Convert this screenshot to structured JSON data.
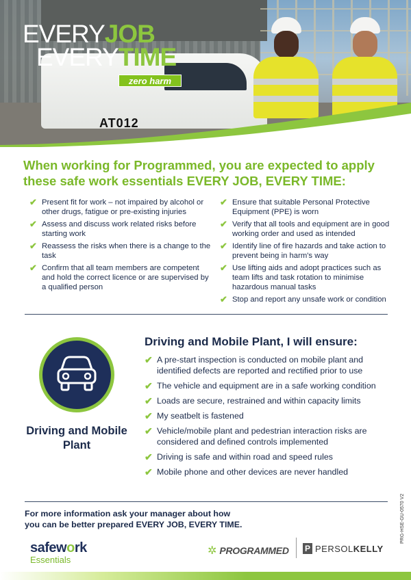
{
  "hero": {
    "slogan_every_1": "EVERY",
    "slogan_job": "JOB",
    "slogan_every_2": "EVERY",
    "slogan_time": "TIME",
    "zero_harm_logo": "zero harm",
    "truck_plate": "AT012"
  },
  "intro": "When working for Programmed, you are expected to apply these safe work essentials EVERY JOB, EVERY TIME:",
  "essentials_left": [
    "Present fit for work – not impaired by alcohol or other drugs, fatigue or pre-existing injuries",
    "Assess and discuss work related risks before starting work",
    "Reassess the risks when there is a change to the task",
    "Confirm that all team members are competent and hold the correct licence or are supervised by a qualified person"
  ],
  "essentials_right": [
    "Ensure that suitable Personal Protective Equipment (PPE) is worn",
    "Verify that all tools and equipment are in good working order and used as intended",
    "Identify line of fire hazards and take action to prevent being in harm's way",
    "Use lifting aids and adopt practices such as team lifts and task rotation to minimise hazardous manual tasks",
    "Stop and report any unsafe work or condition"
  ],
  "driving": {
    "badge_title": "Driving and Mobile Plant",
    "heading": "Driving and Mobile Plant, I will ensure:",
    "items": [
      "A pre-start inspection is conducted on mobile plant and identified defects are reported and rectified prior to use",
      "The vehicle and equipment are in a safe working condition",
      "Loads are secure, restrained and within capacity limits",
      "My seatbelt is fastened",
      "Vehicle/mobile plant and pedestrian interaction risks are considered and defined controls implemented",
      "Driving is safe and within road and speed rules",
      "Mobile phone and other devices are never handled"
    ]
  },
  "footer": {
    "more_info_line1": "For more information ask your manager about how",
    "more_info_line2": "you can be better prepared EVERY JOB, EVERY TIME.",
    "doc_ref": "PRG-HSE-GU-0570 V2",
    "safework_a": "safew",
    "safework_b": "rk",
    "safework_sub": "Essentials",
    "programmed": "PROGRAMMED",
    "persol_a": "PERSOL",
    "persol_b": "KELLY"
  },
  "colors": {
    "navy": "#1e2f5a",
    "green": "#8dc63f",
    "intro_green": "#7ab829"
  }
}
